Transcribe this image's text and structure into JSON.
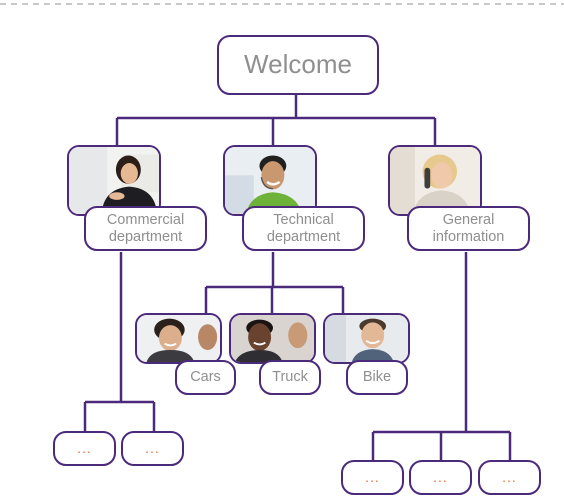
{
  "root": {
    "label": "Welcome"
  },
  "departments": [
    {
      "label_line1": "Commercial",
      "label_line2": "department",
      "photo": "receptionist-photo"
    },
    {
      "label_line1": "Technical",
      "label_line2": "department",
      "photo": "headset-agent-photo"
    },
    {
      "label_line1": "General",
      "label_line2": "information",
      "photo": "phone-agent-photo"
    }
  ],
  "technical_children": [
    {
      "label": "Cars",
      "photo": "support-woman-photo"
    },
    {
      "label": "Truck",
      "photo": "support-man-photo"
    },
    {
      "label": "Bike",
      "photo": "support-smiling-man-photo"
    }
  ],
  "placeholder_label": "...",
  "colors": {
    "line": "#4b2a7b",
    "text": "#8f8f8f",
    "placeholder": "#e8732c",
    "dashed_rule": "#b5b5b5"
  }
}
